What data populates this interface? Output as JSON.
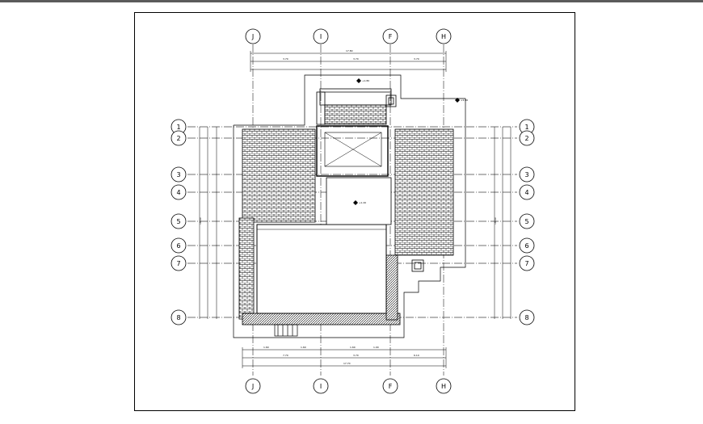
{
  "grid": {
    "columns": [
      "J",
      "I",
      "F",
      "H"
    ],
    "columns_bottom": [
      "J",
      "I",
      "F",
      "H"
    ],
    "rows_left": [
      "1",
      "2",
      "3",
      "4",
      "5",
      "6",
      "7",
      "8"
    ],
    "rows_right": [
      "1",
      "2",
      "3",
      "4",
      "5",
      "6",
      "7",
      "8"
    ]
  },
  "dimensions": {
    "top_overall": "17.80",
    "top_row": [
      "3.70",
      "3.70",
      "3.70"
    ],
    "bottom_row": [
      "1.60",
      "1.60",
      "1.60",
      "1.00"
    ],
    "bottom_overall_row": [
      "7.70",
      "3.70",
      "6.10"
    ],
    "bottom_overall": "17.70",
    "left_overall": "18.40",
    "right_overall": "18.40"
  },
  "annotations": {
    "level_markers": [
      "+1.80",
      "+1.80",
      "+1.20"
    ]
  }
}
